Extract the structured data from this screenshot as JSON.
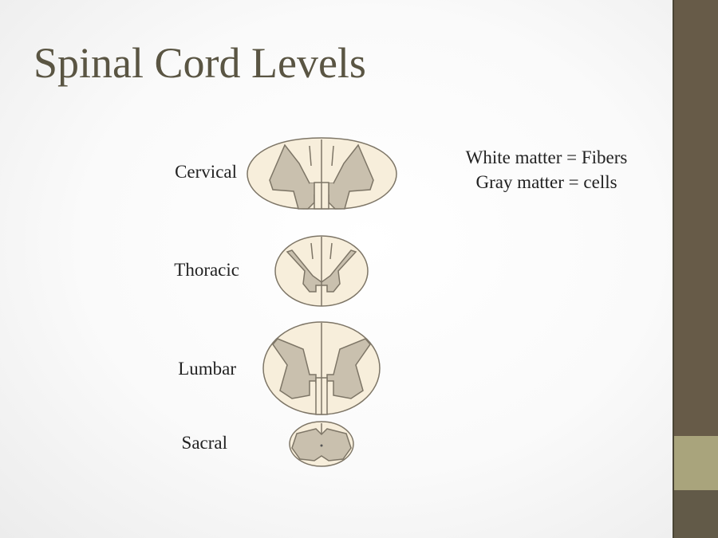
{
  "slide": {
    "title": "Spinal Cord Levels",
    "levels": [
      {
        "label": "Cervical"
      },
      {
        "label": "Thoracic"
      },
      {
        "label": "Lumbar"
      },
      {
        "label": "Sacral"
      }
    ],
    "notes": [
      "White matter = Fibers",
      "Gray matter = cells"
    ]
  },
  "colors": {
    "white_matter": "#f7eedb",
    "gray_matter": "#c9c0ae",
    "outline": "#7d7566",
    "sidebar": "#675b48",
    "sidebar_band": "#a9a47c",
    "title": "#5a5543"
  }
}
